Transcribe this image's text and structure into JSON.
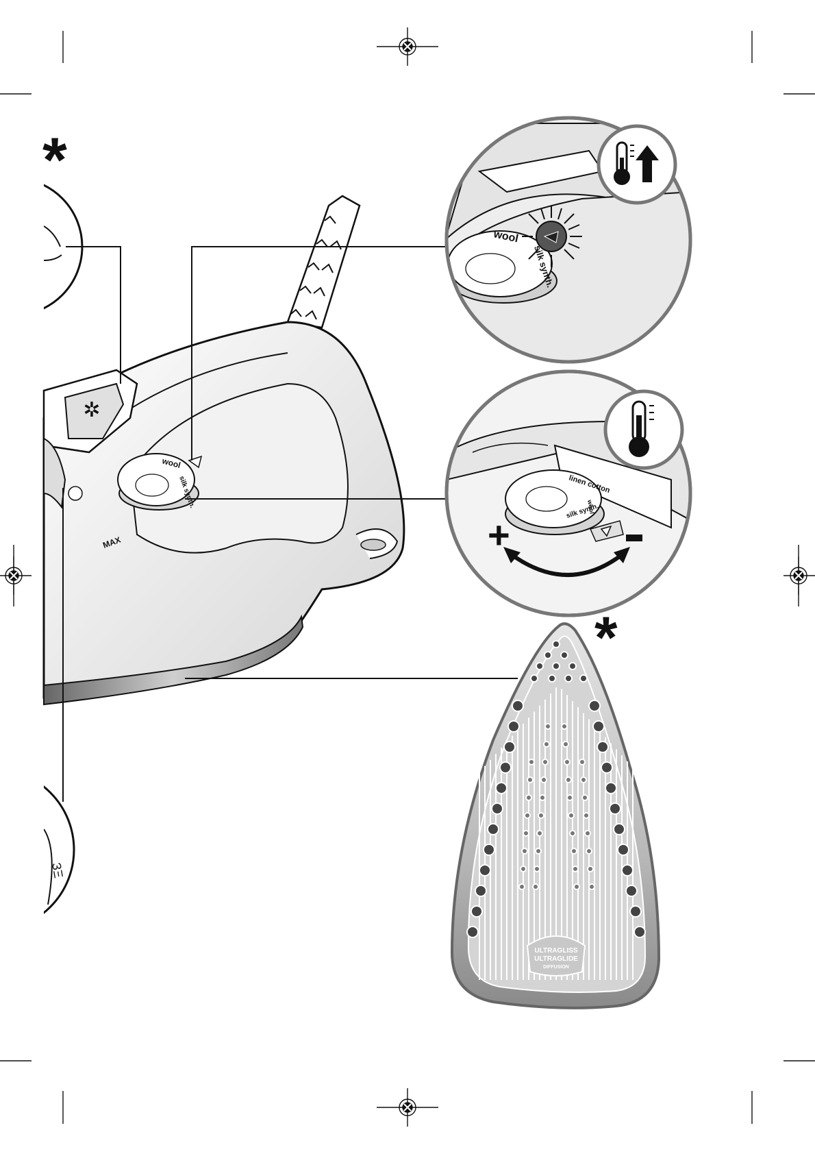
{
  "asterisk_top": "*",
  "asterisk_soleplate": "*",
  "dial_top": {
    "wool": "wool",
    "silk_synth": "silk synth."
  },
  "dial_iron": {
    "wool": "wool",
    "silk_synth": "silk synth."
  },
  "dial_mid": {
    "linen_cotton": "linen cotton",
    "silk_synth": "silk synth.",
    "wool": "wool"
  },
  "max_label": "MAX",
  "plus_sign": "+",
  "minus_sign": "−",
  "soleplate_logo": {
    "line1": "ULTRAGLISS",
    "line2": "ULTRAGLIDE",
    "line3": "DIFFUSION"
  },
  "icons": [
    "temperature-rising-icon",
    "thermometer-icon",
    "steam-burst-icon"
  ],
  "colors": {
    "ink": "#111111",
    "soleplate_dark": "#6f6f6f",
    "soleplate_light": "#d9d9d9",
    "indicator_glow": "#555555"
  }
}
